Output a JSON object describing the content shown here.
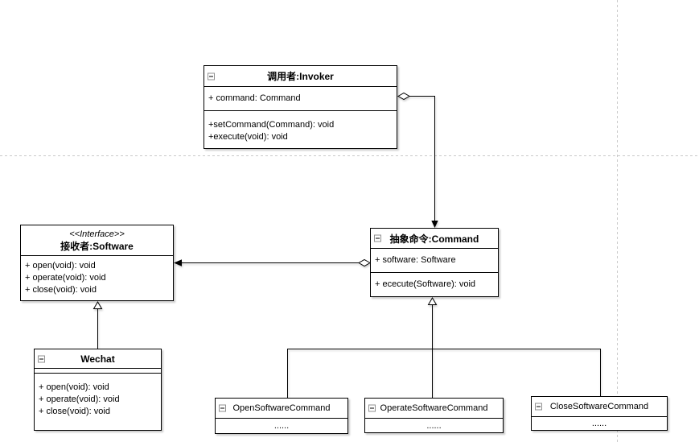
{
  "colors": {
    "box_border": "#000000",
    "box_fill": "#ffffff",
    "text": "#000000",
    "guide_line": "#c9c9c9"
  },
  "icons": {
    "collapse": "minus-square-icon"
  },
  "classes": {
    "invoker": {
      "title": "调用者:Invoker",
      "attributes": [
        "+ command: Command"
      ],
      "methods": [
        "+setCommand(Command): void",
        "+execute(void): void"
      ]
    },
    "command": {
      "title": "抽象命令:Command",
      "attributes": [
        "+ software: Software"
      ],
      "methods": [
        "+ ececute(Software): void"
      ]
    },
    "software": {
      "stereotype": "<<Interface>>",
      "title": "接收者:Software",
      "methods": [
        "+ open(void): void",
        "+ operate(void): void",
        "+ close(void): void"
      ]
    },
    "wechat": {
      "title": "Wechat",
      "methods": [
        "+ open(void): void",
        "+ operate(void): void",
        "+ close(void): void"
      ]
    },
    "open_command": {
      "title": "OpenSoftwareCommand",
      "body": "......"
    },
    "operate_command": {
      "title": "OperateSoftwareCommand",
      "body": "......"
    },
    "close_command": {
      "title": "CloseSoftwareCommand",
      "body": "......"
    }
  },
  "relationships": [
    {
      "type": "aggregation",
      "from": "调用者:Invoker",
      "to": "抽象命令:Command"
    },
    {
      "type": "aggregation",
      "from": "抽象命令:Command",
      "to": "接收者:Software"
    },
    {
      "type": "generalization",
      "from": "Wechat",
      "to": "接收者:Software"
    },
    {
      "type": "generalization",
      "from": "OpenSoftwareCommand",
      "to": "抽象命令:Command"
    },
    {
      "type": "generalization",
      "from": "OperateSoftwareCommand",
      "to": "抽象命令:Command"
    },
    {
      "type": "generalization",
      "from": "CloseSoftwareCommand",
      "to": "抽象命令:Command"
    }
  ]
}
